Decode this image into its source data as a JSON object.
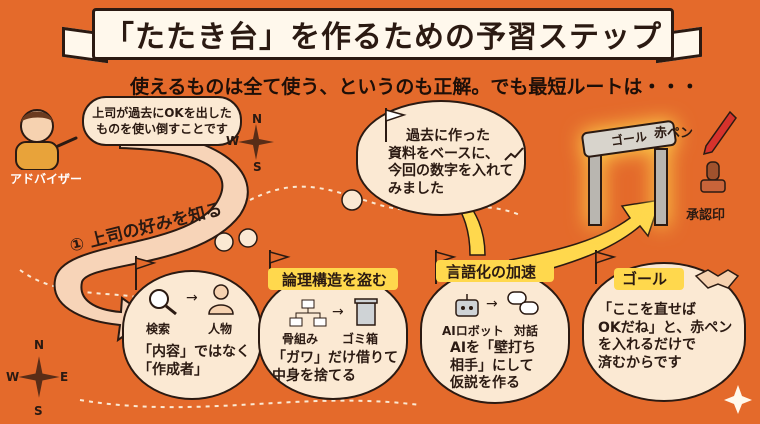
{
  "title": "「たたき台」を作るための予習ステップ",
  "subtitle": "使えるものは全て使う、というのも正解。でも最短ルートは・・・",
  "advisor": {
    "label": "アドバイザー",
    "speech": [
      "上司が過去にOKを出した",
      "ものを使い倒すことです"
    ]
  },
  "path_label": "① 上司の好みを知る",
  "step1": {
    "icon_labels": [
      "検索",
      "人物"
    ],
    "text": [
      "「内容」ではなく",
      "「作成者」"
    ]
  },
  "step2": {
    "title": "論理構造を盗む",
    "icon_labels": [
      "骨組み",
      "ゴミ箱"
    ],
    "text": [
      "「ガワ」だけ借りて",
      "中身を捨てる"
    ]
  },
  "step3": {
    "title": "言語化の加速",
    "icon_labels": [
      "AIロボット",
      "対話"
    ],
    "text": [
      "AIを「壁打ち",
      "相手」にして",
      "仮説を作る"
    ]
  },
  "past_docs": [
    "過去に作った",
    "資料をベースに、",
    "今回の数字を入れて",
    "みました"
  ],
  "gate_label": "ゴール",
  "goal": {
    "title": "ゴール",
    "text": [
      "「ここを直せば",
      "OKだね」と、赤ペン",
      "を入れるだけで",
      "済むからです"
    ]
  },
  "tools": [
    "赤ペン",
    "承認印"
  ],
  "compass": {
    "n": "N",
    "e": "E",
    "s": "S",
    "w": "W"
  },
  "colors": {
    "background": "#e46a2b",
    "highlight": "#ffd84d",
    "bubble": "#fbe9d3"
  }
}
